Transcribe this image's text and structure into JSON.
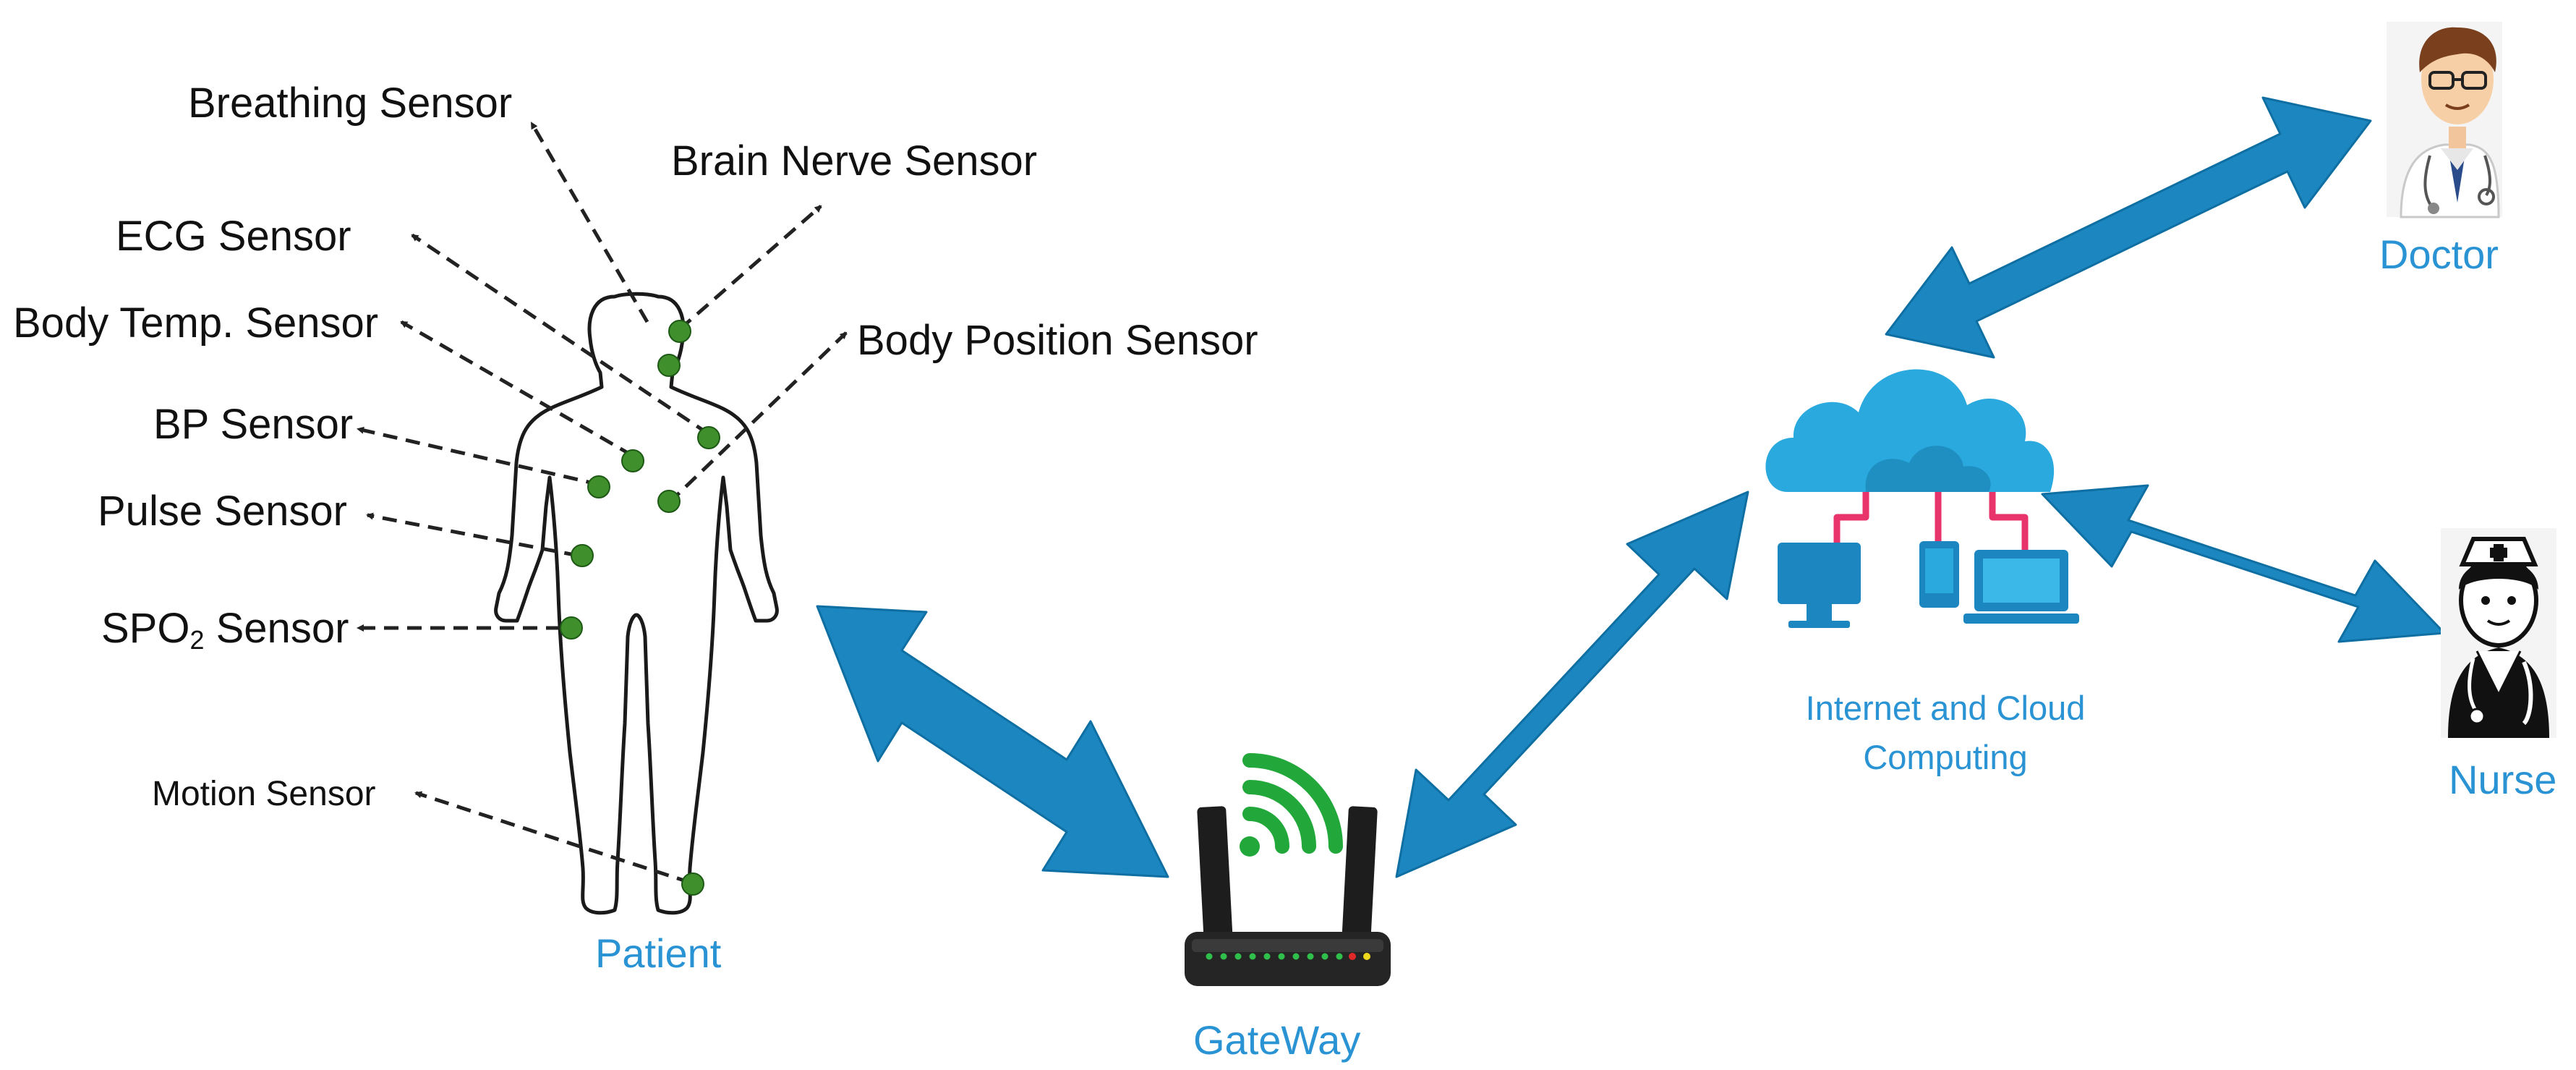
{
  "sensors": {
    "breathing": "Breathing Sensor",
    "brain_nerve": "Brain Nerve Sensor",
    "ecg": "ECG Sensor",
    "body_temp": "Body Temp. Sensor",
    "body_position": "Body Position Sensor",
    "bp": "BP Sensor",
    "pulse": "Pulse Sensor",
    "spo2_prefix": "SPO",
    "spo2_sub": "2",
    "spo2_suffix": " Sensor",
    "motion": "Motion Sensor"
  },
  "nodes": {
    "patient": "Patient",
    "gateway": "GateWay",
    "cloud_line1": "Internet and Cloud",
    "cloud_line2": "Computing",
    "doctor": "Doctor",
    "nurse": "Nurse"
  },
  "colors": {
    "link_arrow": "#1b86bf",
    "label_blue": "#2a93d3",
    "sensor_dot": "#3f8f2c",
    "wifi_green": "#22a83a",
    "cloud_blue": "#2aa9de",
    "cloud_connector": "#e8336b"
  }
}
